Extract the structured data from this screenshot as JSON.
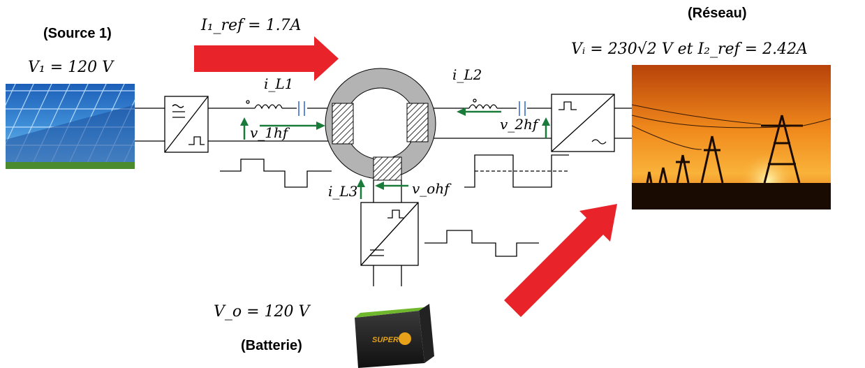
{
  "labels": {
    "source1": "(Source 1)",
    "v1": "V₁ = 120 V",
    "i1ref": "I₁_ref = 1.7A",
    "reseau": "(Réseau)",
    "vi": "Vᵢ = 230√2 V  et  I₂_ref = 2.42A",
    "il1": "i_L1",
    "il2": "i_L2",
    "il3": "i_L3",
    "v1hf": "v_1hf",
    "v2hf": "v_2hf",
    "vohf": "v_ohf",
    "vo": "V_o = 120 V",
    "batterie": "(Batterie)",
    "battery_brand": "SUPER"
  },
  "colors": {
    "arrow_red": "#e8232a",
    "arrow_green": "#1a7a3a",
    "line": "#000000",
    "toroid": "#b3b3b3"
  },
  "icons": [
    "solar-panel-image",
    "power-line-image",
    "battery-image",
    "toroid-transformer",
    "inverter-icon"
  ]
}
